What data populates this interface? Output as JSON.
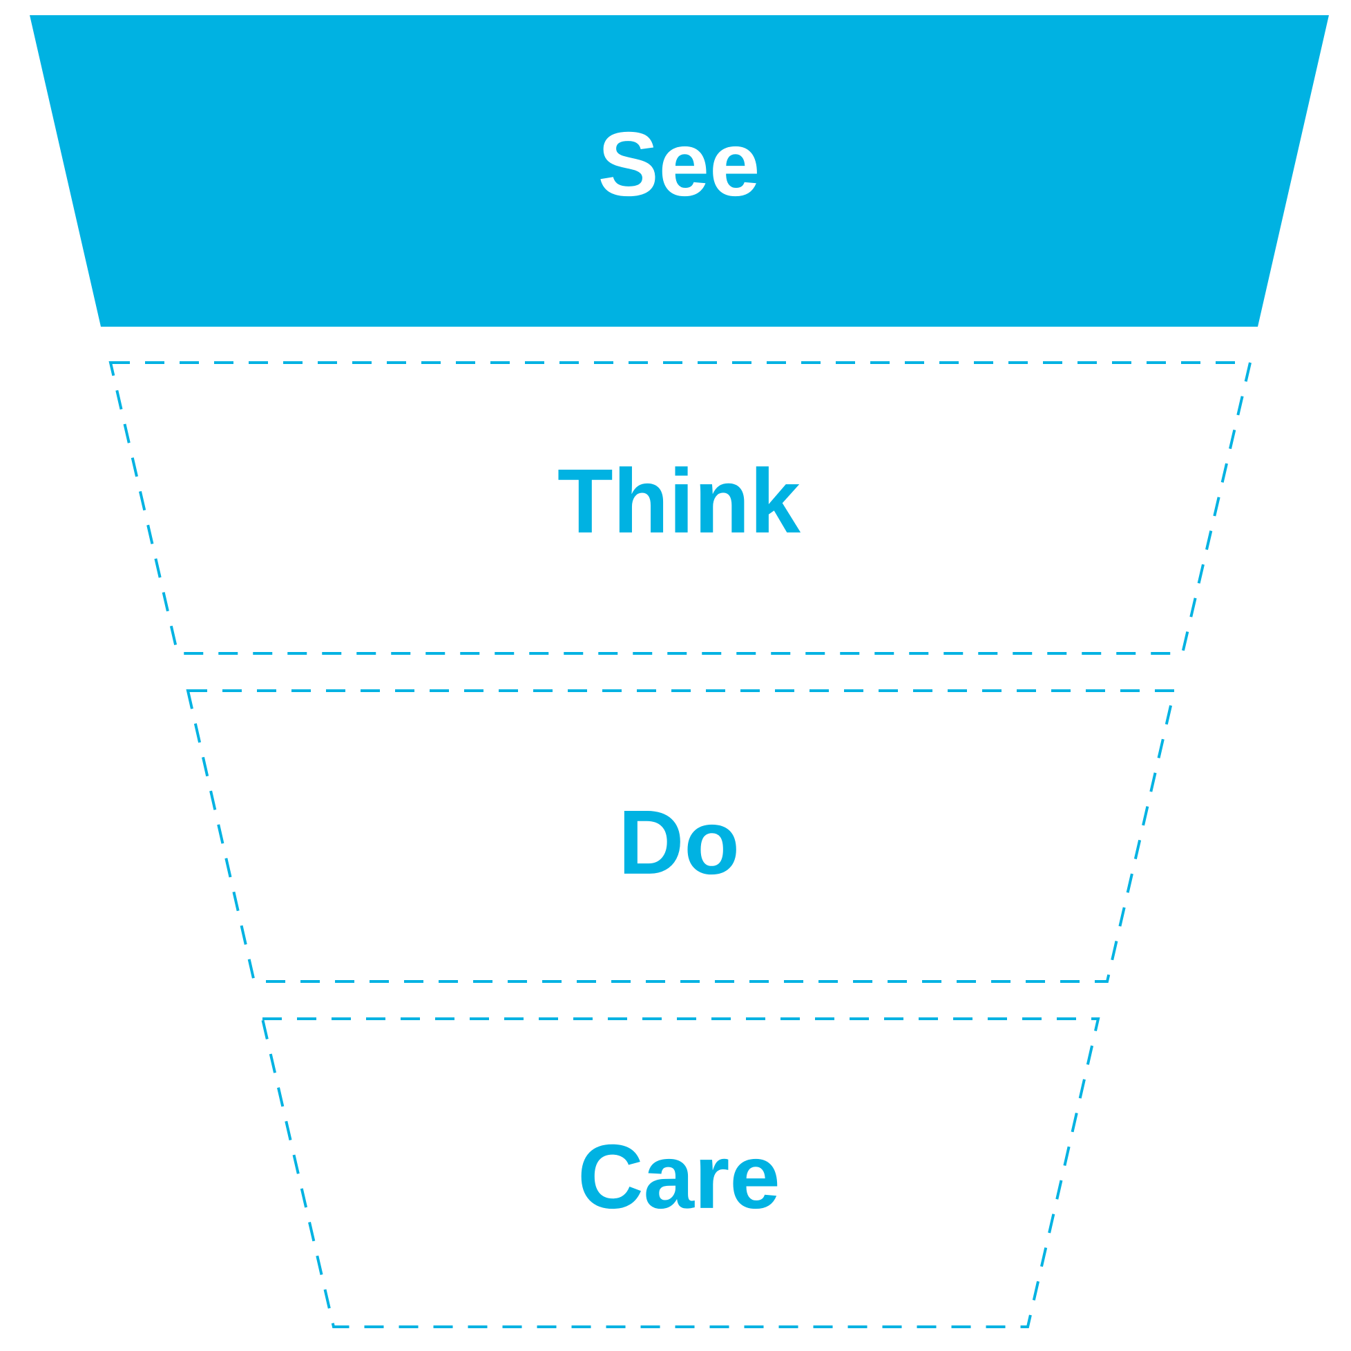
{
  "diagram": {
    "accent_color": "#00B2E2",
    "label_on_fill_color": "#FFFFFF",
    "stages": [
      {
        "label": "See",
        "style": "filled"
      },
      {
        "label": "Think",
        "style": "dashed"
      },
      {
        "label": "Do",
        "style": "dashed"
      },
      {
        "label": "Care",
        "style": "dashed"
      }
    ]
  }
}
